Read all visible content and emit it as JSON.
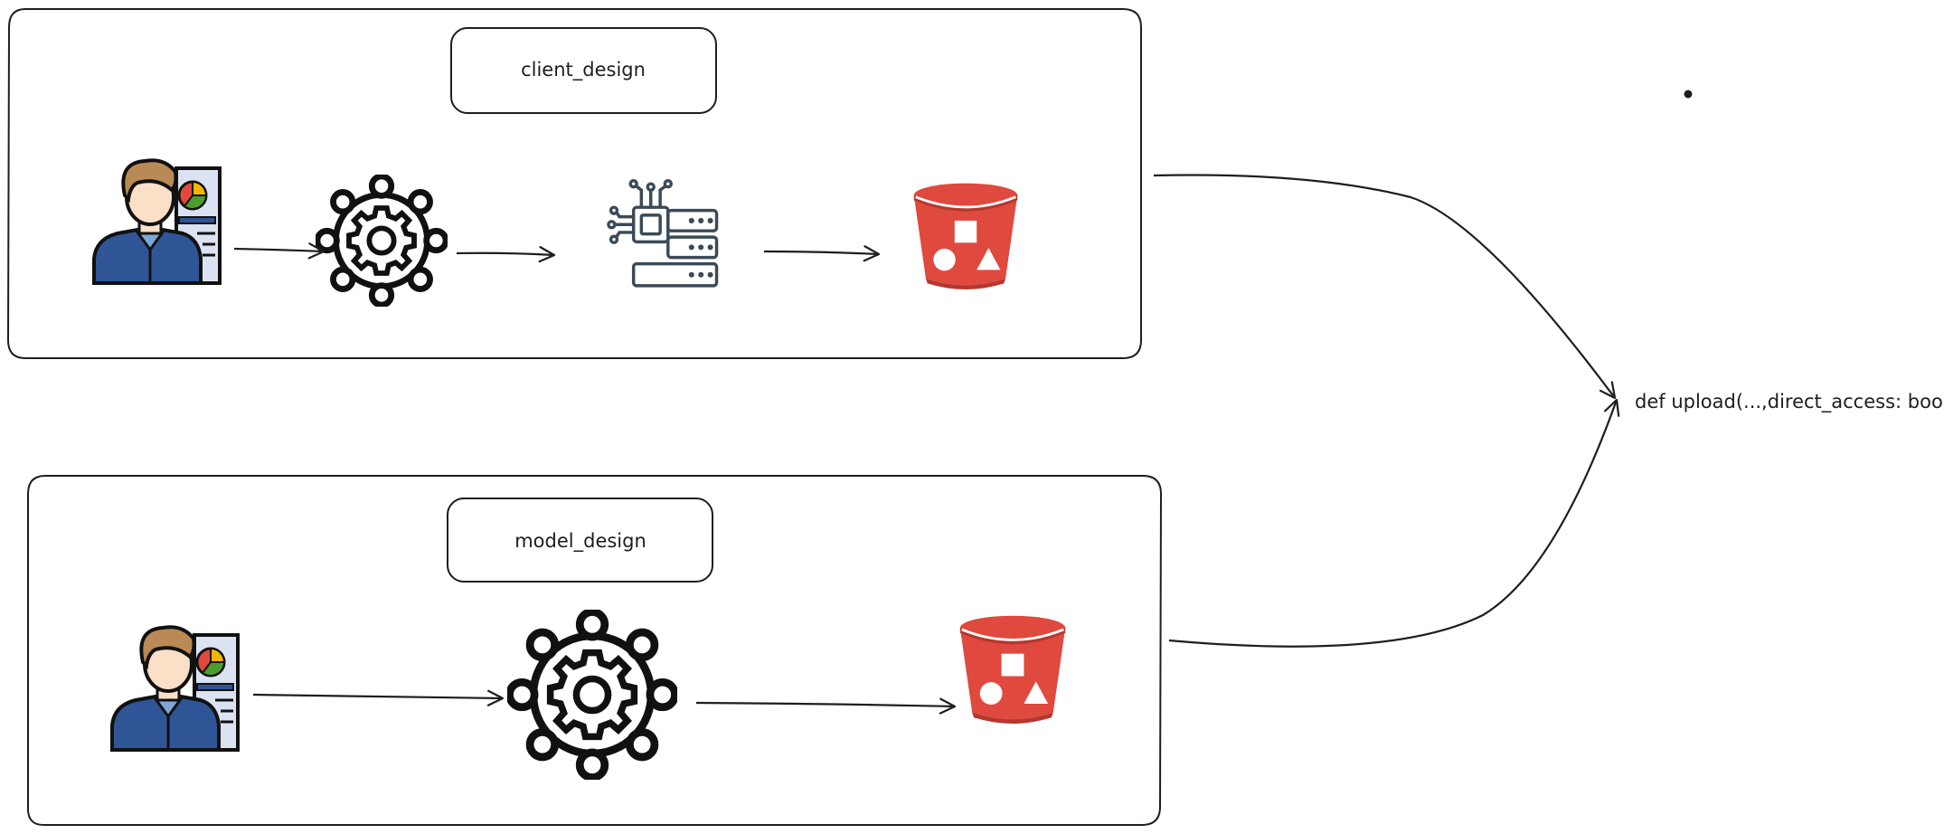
{
  "groups": {
    "client": {
      "title": "client_design"
    },
    "model": {
      "title": "model_design"
    }
  },
  "target": {
    "text": "def upload(...,direct_access: bool)"
  },
  "colors": {
    "stroke": "#1e1e1e",
    "bucket_red": "#e0493d",
    "bucket_dark": "#b7362d",
    "skin": "#fbe0c8",
    "hair": "#b98a55",
    "shirt": "#2f5597",
    "board": "#dbe3f2",
    "server": "#3a4a56"
  },
  "icons": {
    "user": "analyst-user-icon",
    "network": "gear-network-icon",
    "server": "chip-server-icon",
    "bucket": "storage-bucket-icon"
  }
}
